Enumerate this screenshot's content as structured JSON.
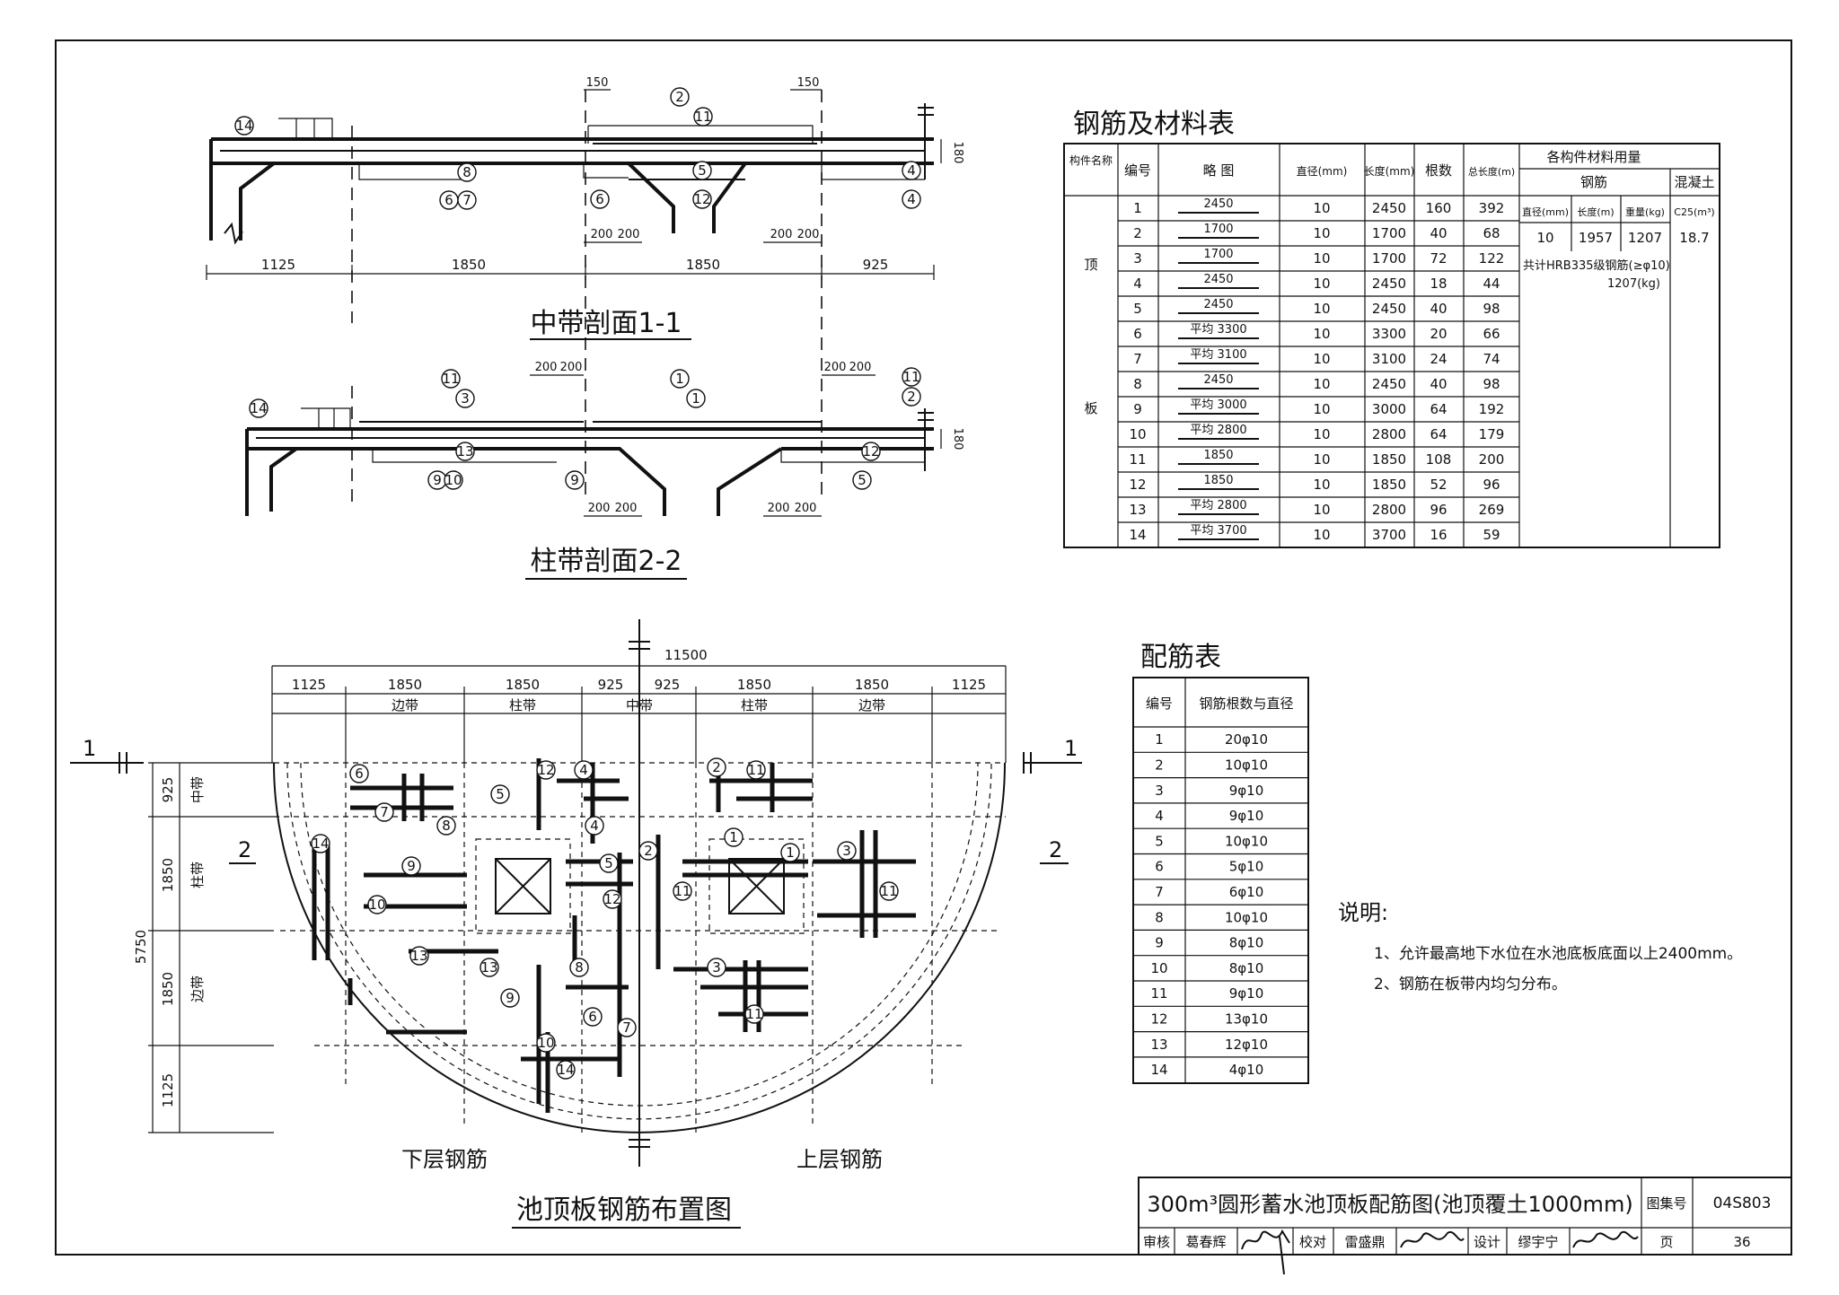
{
  "titles": {
    "section1": "中带剖面1-1",
    "section2": "柱带剖面2-2",
    "plan": "池顶板钢筋布置图",
    "lower_steel": "下层钢筋",
    "upper_steel": "上层钢筋",
    "material_table": "钢筋及材料表",
    "rebar_table": "配筋表"
  },
  "section_dims": {
    "top": [
      "1125",
      "1850",
      "1850",
      "925"
    ],
    "d150": "150",
    "d200": "200",
    "thick": "180"
  },
  "plan_dims": {
    "total": "11500",
    "top": [
      "1125",
      "1850",
      "1850",
      "925",
      "925",
      "1850",
      "1850",
      "1125"
    ],
    "bands": [
      "边带",
      "柱带",
      "中带",
      "柱带",
      "边带"
    ],
    "left_total": "5750",
    "left": [
      "925",
      "1850",
      "1850",
      "1125"
    ],
    "left_bands": [
      "中带",
      "柱带",
      "边带"
    ],
    "cut1": "1",
    "cut2": "2"
  },
  "material_table": {
    "headers": {
      "member": "构件名称",
      "no": "编号",
      "sketch": "略  图",
      "dia": "直径(mm)",
      "len": "长度(mm)",
      "count": "根数",
      "total": "总长度(m)",
      "usage": "各构件材料用量",
      "steel": "钢筋",
      "concrete": "混凝土",
      "s_dia": "直径(mm)",
      "s_len": "长度(m)",
      "s_wt": "重量(kg)",
      "c25": "C25(m³)"
    },
    "member_chars": [
      "顶",
      "板"
    ],
    "rows": [
      {
        "no": "1",
        "sketch": "2450",
        "dia": "10",
        "len": "2450",
        "count": "160",
        "total": "392"
      },
      {
        "no": "2",
        "sketch": "1700",
        "dia": "10",
        "len": "1700",
        "count": "40",
        "total": "68"
      },
      {
        "no": "3",
        "sketch": "1700",
        "dia": "10",
        "len": "1700",
        "count": "72",
        "total": "122"
      },
      {
        "no": "4",
        "sketch": "2450",
        "dia": "10",
        "len": "2450",
        "count": "18",
        "total": "44"
      },
      {
        "no": "5",
        "sketch": "2450",
        "dia": "10",
        "len": "2450",
        "count": "40",
        "total": "98"
      },
      {
        "no": "6",
        "sketch": "平均 3300",
        "dia": "10",
        "len": "3300",
        "count": "20",
        "total": "66"
      },
      {
        "no": "7",
        "sketch": "平均 3100",
        "dia": "10",
        "len": "3100",
        "count": "24",
        "total": "74"
      },
      {
        "no": "8",
        "sketch": "2450",
        "dia": "10",
        "len": "2450",
        "count": "40",
        "total": "98"
      },
      {
        "no": "9",
        "sketch": "平均 3000",
        "dia": "10",
        "len": "3000",
        "count": "64",
        "total": "192"
      },
      {
        "no": "10",
        "sketch": "平均 2800",
        "dia": "10",
        "len": "2800",
        "count": "64",
        "total": "179"
      },
      {
        "no": "11",
        "sketch": "1850",
        "dia": "10",
        "len": "1850",
        "count": "108",
        "total": "200"
      },
      {
        "no": "12",
        "sketch": "1850",
        "dia": "10",
        "len": "1850",
        "count": "52",
        "total": "96"
      },
      {
        "no": "13",
        "sketch": "平均 2800",
        "dia": "10",
        "len": "2800",
        "count": "96",
        "total": "269"
      },
      {
        "no": "14",
        "sketch": "平均 3700",
        "dia": "10",
        "len": "3700",
        "count": "16",
        "total": "59"
      }
    ],
    "usage_values": {
      "dia": "10",
      "len": "1957",
      "wt": "1207",
      "concrete": "18.7"
    },
    "note_line1": "共计HRB335级钢筋(≥φ10)",
    "note_line2": "1207(kg)"
  },
  "rebar_table": {
    "headers": {
      "no": "编号",
      "spec": "钢筋根数与直径"
    },
    "rows": [
      {
        "no": "1",
        "spec": "20φ10"
      },
      {
        "no": "2",
        "spec": "10φ10"
      },
      {
        "no": "3",
        "spec": "9φ10"
      },
      {
        "no": "4",
        "spec": "9φ10"
      },
      {
        "no": "5",
        "spec": "10φ10"
      },
      {
        "no": "6",
        "spec": "5φ10"
      },
      {
        "no": "7",
        "spec": "6φ10"
      },
      {
        "no": "8",
        "spec": "10φ10"
      },
      {
        "no": "9",
        "spec": "8φ10"
      },
      {
        "no": "10",
        "spec": "8φ10"
      },
      {
        "no": "11",
        "spec": "9φ10"
      },
      {
        "no": "12",
        "spec": "13φ10"
      },
      {
        "no": "13",
        "spec": "12φ10"
      },
      {
        "no": "14",
        "spec": "4φ10"
      }
    ]
  },
  "notes": {
    "title": "说明:",
    "items": [
      "1、允许最高地下水位在水池底板底面以上2400mm。",
      "2、钢筋在板带内均匀分布。"
    ]
  },
  "title_block": {
    "title": "300m³圆形蓄水池顶板配筋图(池顶覆土1000mm)",
    "atlas_label": "图集号",
    "atlas_no": "04S803",
    "review_label": "审核",
    "review_name": "葛春辉",
    "check_label": "校对",
    "check_name": "雷盛鼎",
    "design_label": "设计",
    "design_name": "缪宇宁",
    "page_label": "页",
    "page_no": "36"
  }
}
